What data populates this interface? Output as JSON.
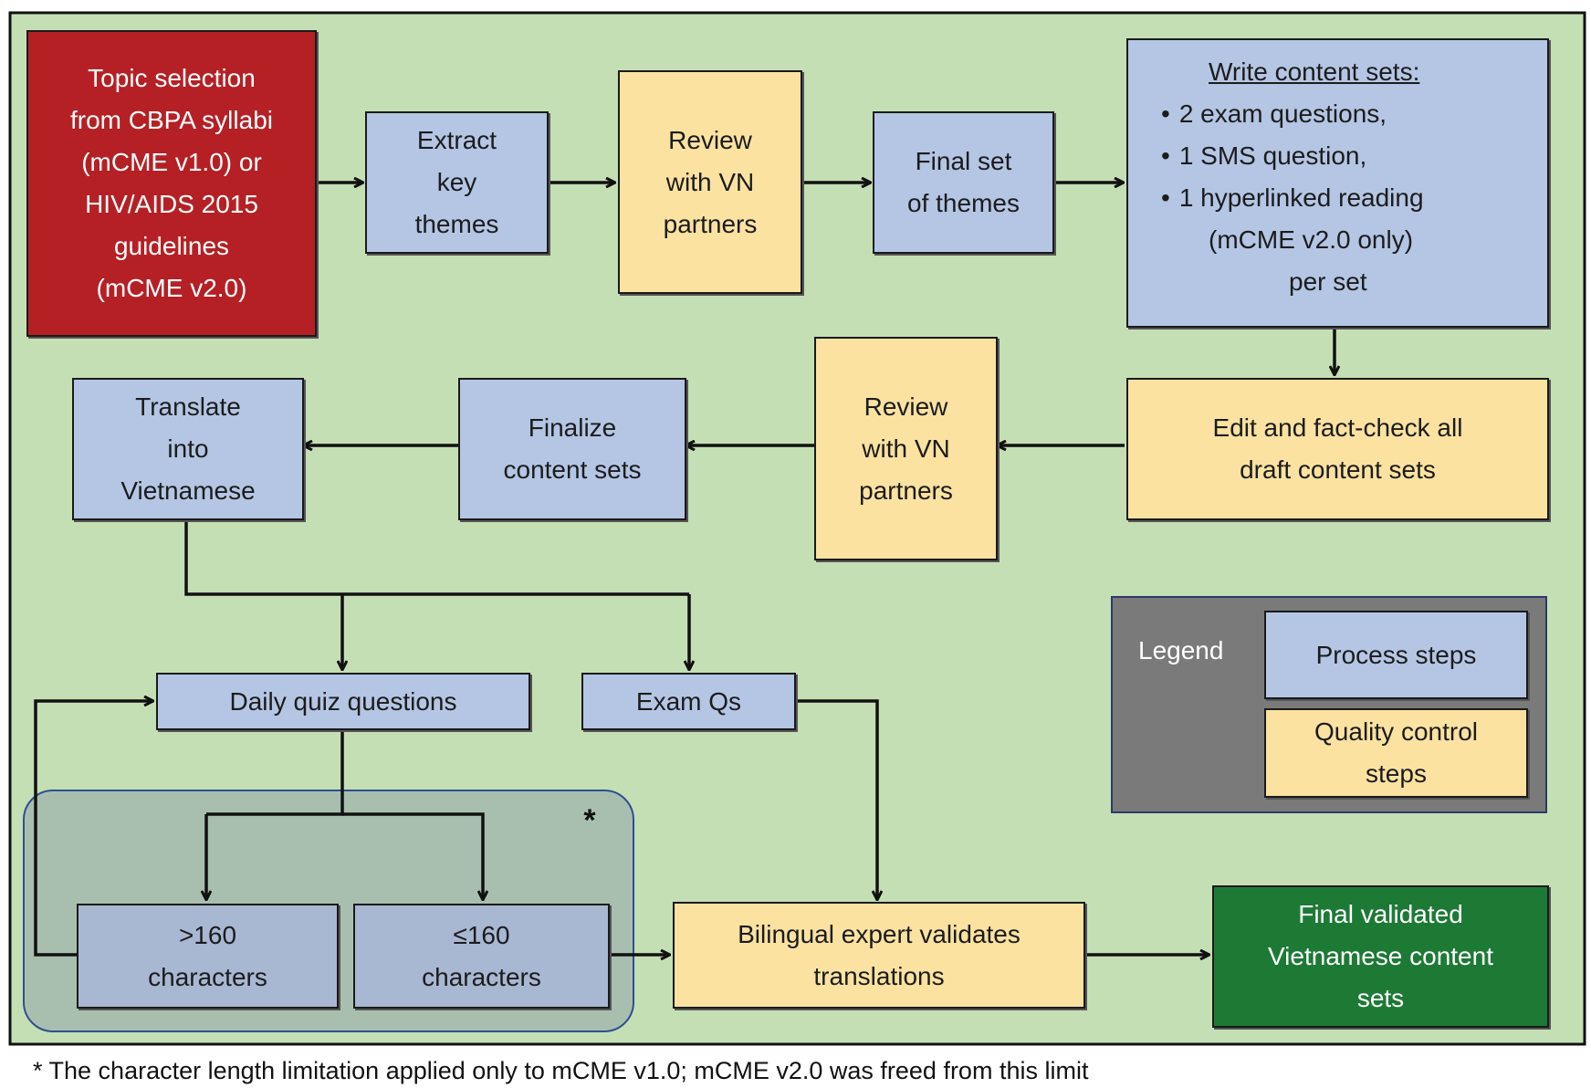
{
  "boxes": {
    "topic_selection": [
      "Topic selection",
      "from CBPA syllabi",
      "(mCME v1.0) or",
      "HIV/AIDS 2015",
      "guidelines",
      "(mCME v2.0)"
    ],
    "extract_themes": [
      "Extract",
      "key",
      "themes"
    ],
    "review_vn_1": [
      "Review",
      "with VN",
      "partners"
    ],
    "final_themes": [
      "Final set",
      "of themes"
    ],
    "write_content": {
      "heading": "Write content sets:",
      "items": [
        "2 exam questions,",
        "1 SMS question,",
        "1 hyperlinked reading"
      ],
      "note": "(mCME v2.0 only)",
      "suffix": "per set"
    },
    "edit_factcheck": [
      "Edit and fact-check all",
      "draft content sets"
    ],
    "review_vn_2": [
      "Review",
      "with VN",
      "partners"
    ],
    "finalize_sets": [
      "Finalize",
      "content sets"
    ],
    "translate": [
      "Translate",
      "into",
      "Vietnamese"
    ],
    "daily_quiz": [
      "Daily quiz questions"
    ],
    "exam_qs": [
      "Exam Qs"
    ],
    "gt160": [
      ">160",
      "characters"
    ],
    "le160": [
      "≤160",
      "characters"
    ],
    "bilingual": [
      "Bilingual expert validates",
      "translations"
    ],
    "final_validated": [
      "Final validated",
      "Vietnamese content",
      "sets"
    ]
  },
  "legend": {
    "title": "Legend",
    "process": [
      "Process steps"
    ],
    "quality": [
      "Quality control",
      "steps"
    ]
  },
  "asterisk": "*",
  "footnote": "* The character length limitation applied only to mCME v1.0; mCME v2.0 was freed from this limit",
  "colors": {
    "background": "#c5dfb5",
    "process": "#b4c6e4",
    "quality": "#fbe2a1",
    "start": "#b52025",
    "end": "#1d7a35",
    "group": "#a8bfb0",
    "legend": "#7a7a7a"
  }
}
